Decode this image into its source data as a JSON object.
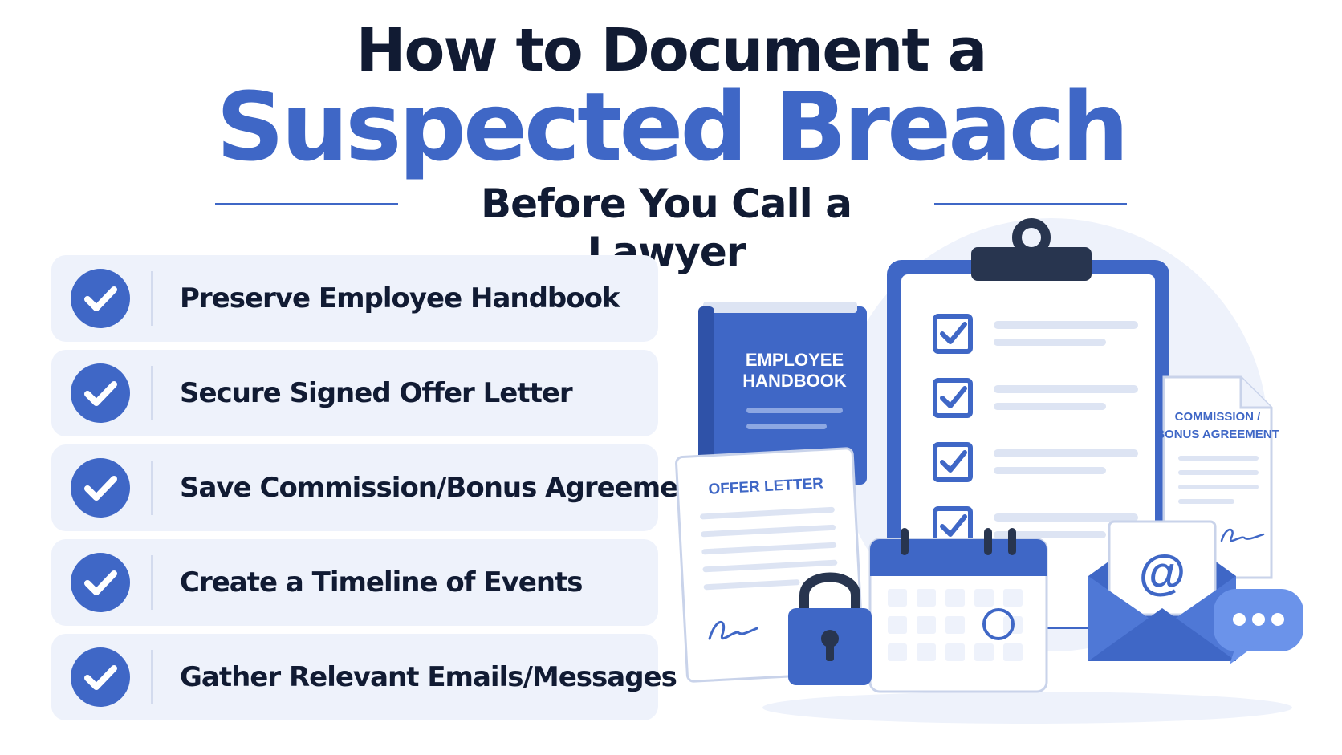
{
  "header": {
    "line1": "How to Document a",
    "line2": "Suspected Breach",
    "subtitle": "Before You Call a Lawyer"
  },
  "checklist": [
    {
      "label": "Preserve Employee Handbook",
      "checked": true
    },
    {
      "label": "Secure Signed Offer Letter",
      "checked": true
    },
    {
      "label": "Save Commission/Bonus Agreements",
      "checked": true
    },
    {
      "label": "Create a Timeline of Events",
      "checked": true
    },
    {
      "label": "Gather Relevant Emails/Messages",
      "checked": true
    }
  ],
  "illustration": {
    "handbook_line1": "EMPLOYEE",
    "handbook_line2": "HANDBOOK",
    "offer_letter": "OFFER LETTER",
    "commission_line1": "COMMISSION /",
    "commission_line2": "BONUS AGREEMENT",
    "email_symbol": "@",
    "icons": [
      "clipboard-icon",
      "book-icon",
      "document-icon",
      "lock-icon",
      "calendar-icon",
      "envelope-icon",
      "chat-bubble-icon",
      "signature-icon"
    ]
  },
  "colors": {
    "accent": "#3f67c6",
    "dark": "#111b33",
    "card": "#eef2fb",
    "clipboard_clip": "#28354f"
  }
}
